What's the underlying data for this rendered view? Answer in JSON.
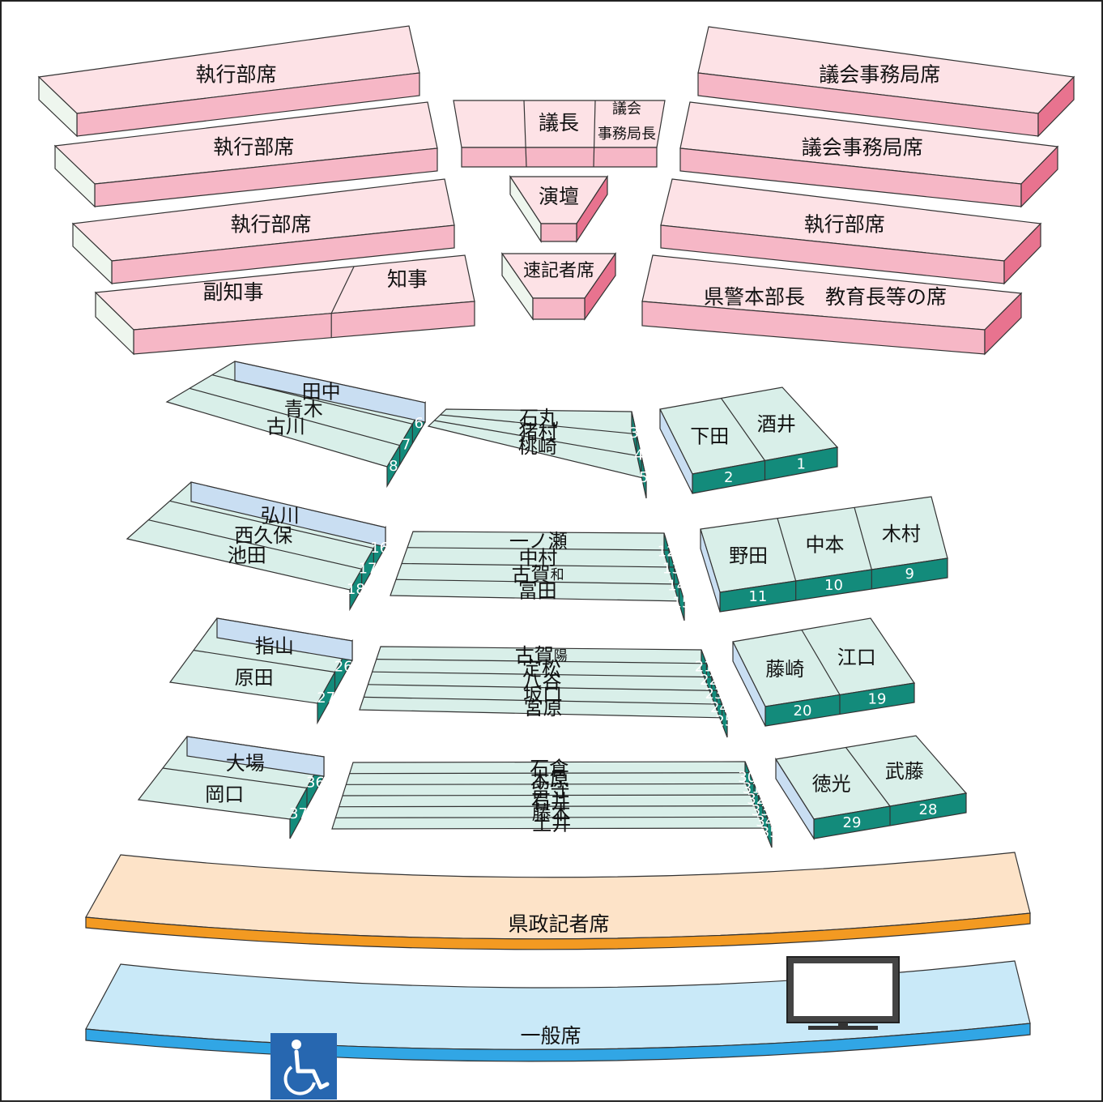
{
  "colors": {
    "pink_top": "#fde2e6",
    "pink_front": "#f6b7c6",
    "pink_side_dark": "#e8738f",
    "pale_side": "#eef6ee",
    "teal_top": "#d9efe9",
    "teal_front": "#138b7b",
    "teal_side": "#c9def2",
    "orange_top": "#fde3c8",
    "orange_front": "#f39a22",
    "blue_top": "#c9e9f8",
    "blue_front": "#31a6e5",
    "access_bg": "#2767b0"
  },
  "executive": {
    "left": [
      {
        "label": "執行部席"
      },
      {
        "label": "執行部席"
      },
      {
        "label": "執行部席"
      },
      {
        "label_a": "副知事",
        "label_b": "知事"
      }
    ],
    "right": [
      {
        "label": "議会事務局席"
      },
      {
        "label": "議会事務局席"
      },
      {
        "label": "執行部席"
      },
      {
        "label": "県警本部長　教育長等の席"
      }
    ],
    "center": {
      "chair": "議長",
      "secretary_line1": "議会",
      "secretary_line2": "事務局長",
      "podium": "演壇",
      "stenographer": "速記者席"
    }
  },
  "seats": {
    "row1": {
      "left": [
        {
          "name": "古川",
          "no": "8"
        },
        {
          "name": "青木",
          "no": "7"
        },
        {
          "name": "田中",
          "no": "6"
        }
      ],
      "center": [
        {
          "name": "桃崎",
          "no": "5"
        },
        {
          "name": "猪村",
          "no": "4"
        },
        {
          "name": "石丸",
          "no": "3"
        }
      ],
      "right": [
        {
          "name": "下田",
          "no": "2"
        },
        {
          "name": "酒井",
          "no": "1"
        }
      ]
    },
    "row2": {
      "left": [
        {
          "name": "池田",
          "no": "18"
        },
        {
          "name": "西久保",
          "no": "17"
        },
        {
          "name": "弘川",
          "no": "16"
        }
      ],
      "center": [
        {
          "name": "冨田",
          "no": "15"
        },
        {
          "name": "古賀",
          "sub": "和",
          "no": "14"
        },
        {
          "name": "中村",
          "no": "13"
        },
        {
          "name": "一ノ瀬",
          "no": "12"
        }
      ],
      "right": [
        {
          "name": "野田",
          "no": "11"
        },
        {
          "name": "中本",
          "no": "10"
        },
        {
          "name": "木村",
          "no": "9"
        }
      ]
    },
    "row3": {
      "left": [
        {
          "name": "原田",
          "no": "27"
        },
        {
          "name": "指山",
          "no": "26"
        }
      ],
      "center": [
        {
          "name": "宮原",
          "no": "25"
        },
        {
          "name": "坂口",
          "no": "24"
        },
        {
          "name": "八谷",
          "no": "23"
        },
        {
          "name": "定松",
          "no": "22"
        },
        {
          "name": "古賀",
          "sub": "陽",
          "no": "21"
        }
      ],
      "right": [
        {
          "name": "藤崎",
          "no": "20"
        },
        {
          "name": "江口",
          "no": "19"
        }
      ]
    },
    "row4": {
      "left": [
        {
          "name": "岡口",
          "no": "37"
        },
        {
          "name": "大場",
          "no": "36"
        }
      ],
      "center": [
        {
          "name": "土井",
          "no": "35"
        },
        {
          "name": "藤木",
          "no": "34"
        },
        {
          "name": "石井",
          "no": "33"
        },
        {
          "name": "留守",
          "no": "32"
        },
        {
          "name": "木原",
          "no": "31"
        },
        {
          "name": "石倉",
          "no": "30"
        }
      ],
      "right": [
        {
          "name": "徳光",
          "no": "29"
        },
        {
          "name": "武藤",
          "no": "28"
        }
      ]
    }
  },
  "press": {
    "label": "県政記者席"
  },
  "public": {
    "label": "一般席",
    "accessibility_icon": "wheelchair-icon",
    "monitor_icon": "monitor-icon"
  }
}
